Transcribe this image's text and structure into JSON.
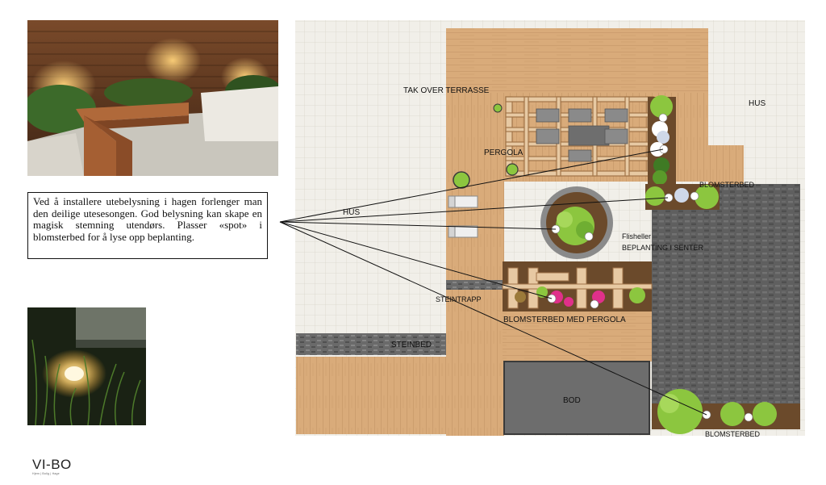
{
  "plan": {
    "labels": {
      "tak_over_terrasse": "TAK OVER TERRASSE",
      "hus_right": "HUS",
      "pergola": "PERGOLA",
      "blomsterbed_top": "BLOMSTERBED",
      "hus_left": "HUS",
      "flisheller": "Flisheller",
      "beplanting_senter": "BEPLANTING I SENTER",
      "steintrapp": "STEINTRAPP",
      "blomsterbed_pergola": "BLOMSTERBED MED PERGOLA",
      "steinbed": "STEINBED",
      "bod": "BOD",
      "blomsterbed_bottom": "BLOMSTERBED"
    }
  },
  "callout": {
    "text": "Ved å installere utebelysning i hagen forlenger man den deilige utesesongen. God belysning kan skape en magisk stemning utendørs. Plasser «spot» i blomsterbed for å lyse opp beplanting."
  },
  "logo": {
    "main": "VI-BO",
    "sub": "Hjem | Bolig | Hage"
  },
  "colors": {
    "wood": "#d9ab7a",
    "wood_dark": "#b7865a",
    "stone": "#5f5f5f",
    "stone_dark": "#4a4a4a",
    "grid_bg": "#f1efe9",
    "bed_soil": "#6b4a2b",
    "plant": "#8cc63f",
    "plant_dark": "#5a9a2a",
    "bod": "#6d6d6d"
  }
}
